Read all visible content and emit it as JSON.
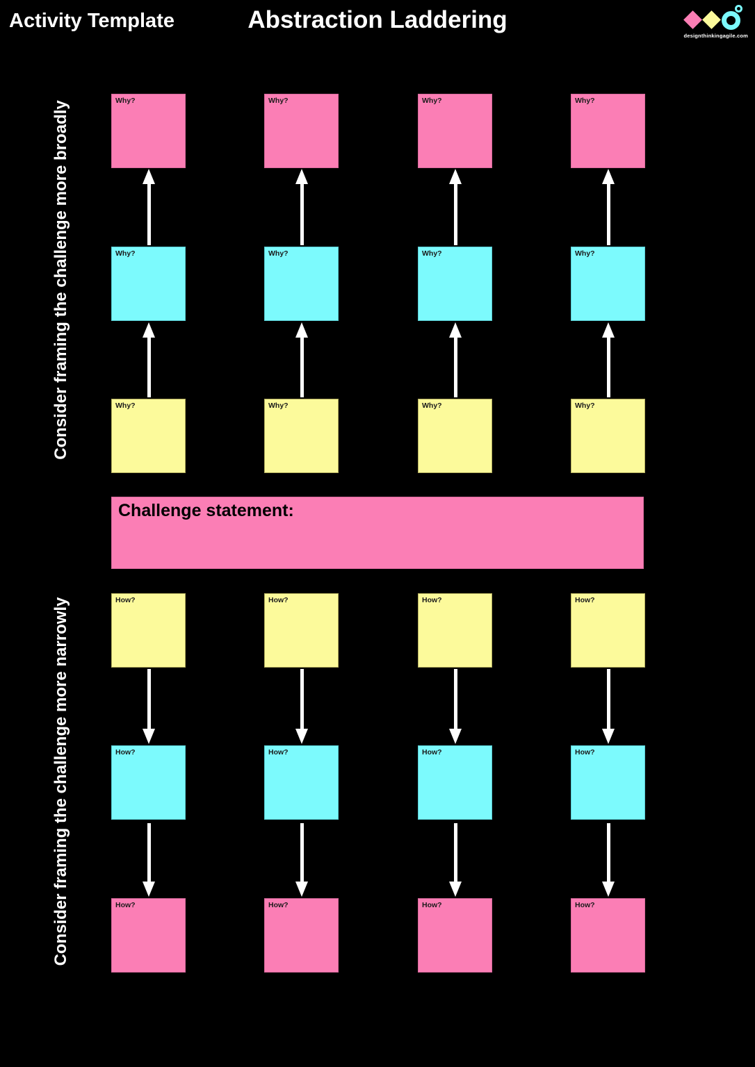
{
  "header": {
    "template_label": "Activity Template",
    "title": "Abstraction Laddering"
  },
  "logo": {
    "caption": "designthinkingagile.com",
    "shapes": [
      "pink-diamond",
      "yellow-diamond",
      "cyan-double-ring"
    ]
  },
  "side_labels": {
    "top": "Consider framing the challenge more broadly",
    "bottom": "Consider framing the challenge more narrowly"
  },
  "challenge_banner": {
    "label": "Challenge statement:"
  },
  "labels": {
    "why": "Why?",
    "how": "How?"
  },
  "ladder": {
    "columns": 4,
    "why_section": {
      "arrow_direction": "up",
      "rows": [
        {
          "color_name": "pink",
          "note_label": "Why?"
        },
        {
          "color_name": "cyan",
          "note_label": "Why?"
        },
        {
          "color_name": "yellow",
          "note_label": "Why?"
        }
      ]
    },
    "how_section": {
      "arrow_direction": "down",
      "rows": [
        {
          "color_name": "yellow",
          "note_label": "How?"
        },
        {
          "color_name": "cyan",
          "note_label": "How?"
        },
        {
          "color_name": "pink",
          "note_label": "How?"
        }
      ]
    }
  },
  "colors": {
    "background": "#000000",
    "pink": "#FB7EB5",
    "cyan": "#7CFAFD",
    "yellow": "#FCFA9B",
    "arrow": "#FFFFFF",
    "header_text": "#FFFFFF",
    "note_text": "#1A1A1A"
  }
}
